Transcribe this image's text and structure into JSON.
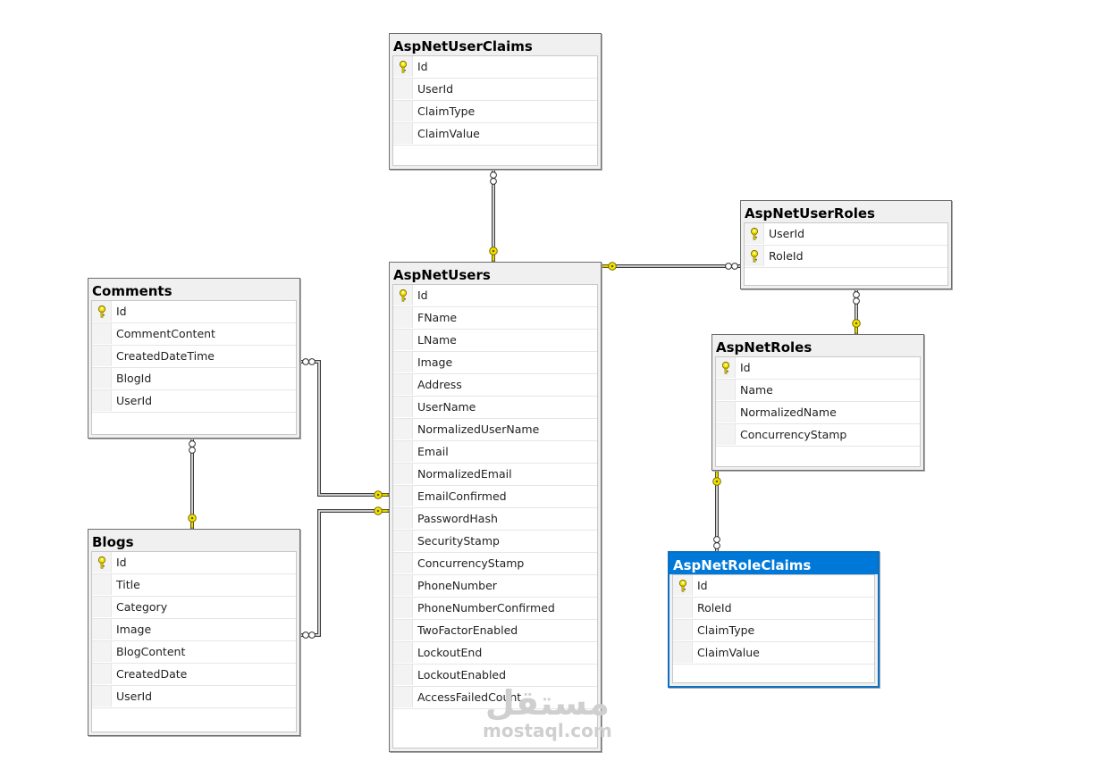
{
  "tables": [
    {
      "id": "claims",
      "name": "AspNetUserClaims",
      "selected": false,
      "columns": [
        {
          "name": "Id",
          "pk": true
        },
        {
          "name": "UserId",
          "pk": false
        },
        {
          "name": "ClaimType",
          "pk": false
        },
        {
          "name": "ClaimValue",
          "pk": false
        }
      ]
    },
    {
      "id": "users",
      "name": "AspNetUsers",
      "selected": false,
      "columns": [
        {
          "name": "Id",
          "pk": true
        },
        {
          "name": "FName",
          "pk": false
        },
        {
          "name": "LName",
          "pk": false
        },
        {
          "name": "Image",
          "pk": false
        },
        {
          "name": "Address",
          "pk": false
        },
        {
          "name": "UserName",
          "pk": false
        },
        {
          "name": "NormalizedUserName",
          "pk": false
        },
        {
          "name": "Email",
          "pk": false
        },
        {
          "name": "NormalizedEmail",
          "pk": false
        },
        {
          "name": "EmailConfirmed",
          "pk": false
        },
        {
          "name": "PasswordHash",
          "pk": false
        },
        {
          "name": "SecurityStamp",
          "pk": false
        },
        {
          "name": "ConcurrencyStamp",
          "pk": false
        },
        {
          "name": "PhoneNumber",
          "pk": false
        },
        {
          "name": "PhoneNumberConfirmed",
          "pk": false
        },
        {
          "name": "TwoFactorEnabled",
          "pk": false
        },
        {
          "name": "LockoutEnd",
          "pk": false
        },
        {
          "name": "LockoutEnabled",
          "pk": false
        },
        {
          "name": "AccessFailedCount",
          "pk": false
        }
      ]
    },
    {
      "id": "userroles",
      "name": "AspNetUserRoles",
      "selected": false,
      "columns": [
        {
          "name": "UserId",
          "pk": true
        },
        {
          "name": "RoleId",
          "pk": true
        }
      ]
    },
    {
      "id": "roles",
      "name": "AspNetRoles",
      "selected": false,
      "columns": [
        {
          "name": "Id",
          "pk": true
        },
        {
          "name": "Name",
          "pk": false
        },
        {
          "name": "NormalizedName",
          "pk": false
        },
        {
          "name": "ConcurrencyStamp",
          "pk": false
        }
      ]
    },
    {
      "id": "roleclaims",
      "name": "AspNetRoleClaims",
      "selected": true,
      "columns": [
        {
          "name": "Id",
          "pk": true
        },
        {
          "name": "RoleId",
          "pk": false
        },
        {
          "name": "ClaimType",
          "pk": false
        },
        {
          "name": "ClaimValue",
          "pk": false
        }
      ]
    },
    {
      "id": "comments",
      "name": "Comments",
      "selected": false,
      "columns": [
        {
          "name": "Id",
          "pk": true
        },
        {
          "name": "CommentContent",
          "pk": false
        },
        {
          "name": "CreatedDateTime",
          "pk": false
        },
        {
          "name": "BlogId",
          "pk": false
        },
        {
          "name": "UserId",
          "pk": false
        }
      ]
    },
    {
      "id": "blogs",
      "name": "Blogs",
      "selected": false,
      "columns": [
        {
          "name": "Id",
          "pk": true
        },
        {
          "name": "Title",
          "pk": false
        },
        {
          "name": "Category",
          "pk": false
        },
        {
          "name": "Image",
          "pk": false
        },
        {
          "name": "BlogContent",
          "pk": false
        },
        {
          "name": "CreatedDate",
          "pk": false
        },
        {
          "name": "UserId",
          "pk": false
        }
      ]
    }
  ],
  "relationships": [
    {
      "from": "claims",
      "to": "users",
      "from_end": "many",
      "to_end": "one"
    },
    {
      "from": "userroles",
      "to": "users",
      "from_end": "many",
      "to_end": "one"
    },
    {
      "from": "userroles",
      "to": "roles",
      "from_end": "many",
      "to_end": "one"
    },
    {
      "from": "roleclaims",
      "to": "roles",
      "from_end": "many",
      "to_end": "one"
    },
    {
      "from": "comments",
      "to": "users",
      "from_end": "many",
      "to_end": "one"
    },
    {
      "from": "comments",
      "to": "blogs",
      "from_end": "many",
      "to_end": "one"
    },
    {
      "from": "blogs",
      "to": "users",
      "from_end": "many",
      "to_end": "one"
    }
  ],
  "colors": {
    "key": "#f2e500",
    "selection": "#0078d7",
    "title_bar": "#f0f0f0"
  },
  "watermark": {
    "arabic": "مستقل",
    "latin": "mostaql.com"
  }
}
